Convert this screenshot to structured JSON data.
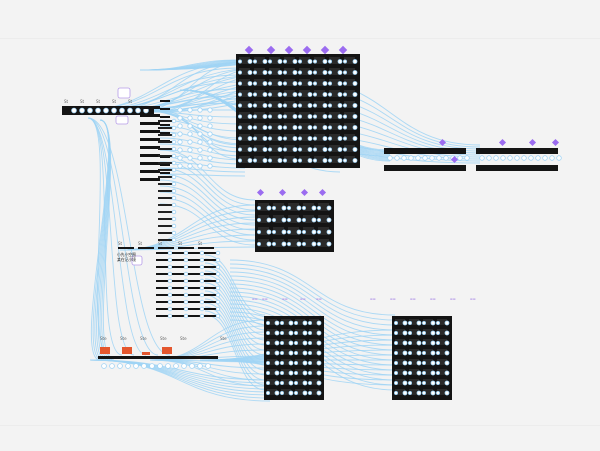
{
  "app": {
    "brand": "",
    "zoom_label": ""
  },
  "colors": {
    "background": "#f3f3f3",
    "edge": "#9fd3f5",
    "node": "#141414",
    "accent": "#9b6cf0",
    "orange": "#e4572e",
    "port": "#ffffff"
  },
  "labels": {
    "lane1": [
      "St",
      "St",
      "St",
      "St",
      "St"
    ],
    "lane2": [
      "St",
      "St",
      "St",
      "St",
      "St"
    ],
    "lane3": [
      "Ste",
      "Ste",
      "Ste",
      "Ste",
      "Ste",
      "Ste"
    ]
  },
  "note": {
    "lines": [
      "小先小空图",
      "某在记小境"
    ]
  },
  "icons": [
    "diamond-icon",
    "port-circle-icon",
    "node-thumbnail-icon"
  ]
}
